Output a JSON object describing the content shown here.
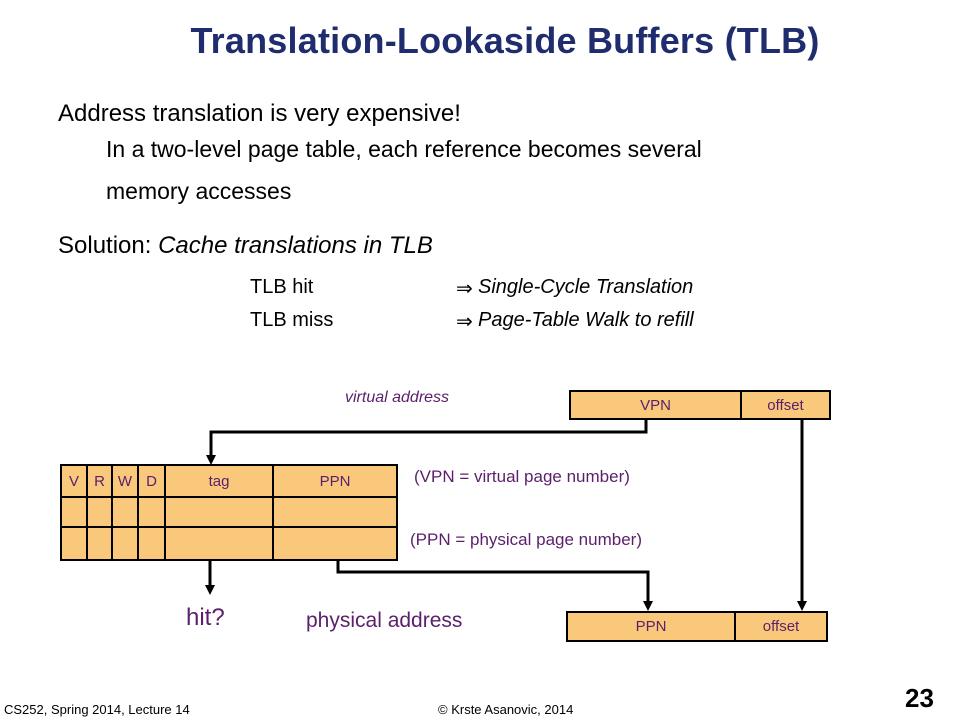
{
  "title": "Translation-Lookaside Buffers (TLB)",
  "bullets": {
    "line1": "Address translation is very expensive!",
    "line2": "In a two-level page table, each reference becomes several",
    "line3": "memory accesses",
    "solution_prefix": "Solution: ",
    "solution_italic": "Cache translations in TLB"
  },
  "hit_row": {
    "label": "TLB hit",
    "arrow": "⇒",
    "result": "Single-Cycle Translation"
  },
  "miss_row": {
    "label": "TLB miss",
    "arrow": "⇒",
    "result": "Page-Table Walk to refill"
  },
  "diagram": {
    "virtual_address_label": "virtual address",
    "vpn": "VPN",
    "offset_top": "offset",
    "tlb_headers": [
      "V",
      "R",
      "W",
      "D",
      "tag",
      "PPN"
    ],
    "vpn_note": "(VPN = virtual page number)",
    "ppn_note": "(PPN = physical page number)",
    "hit_label": "hit?",
    "physical_address_label": "physical address",
    "ppn": "PPN",
    "offset_bottom": "offset"
  },
  "footer": {
    "course": "CS252, Spring 2014, Lecture 14",
    "copyright": "© Krste Asanovic, 2014",
    "slide_number": "23"
  },
  "colors": {
    "title": "#1f2d6e",
    "accent_text": "#5b1f6b",
    "box_fill": "#f9c87a"
  }
}
